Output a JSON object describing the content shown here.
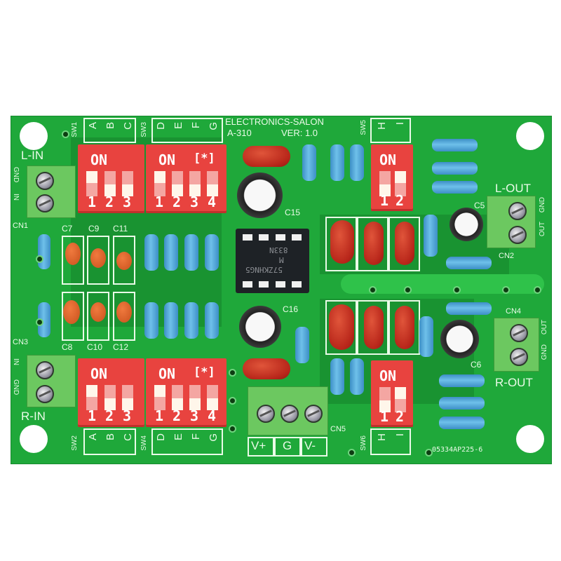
{
  "image": {
    "subject": "Stereo audio crossover/filter PCB module",
    "background_color": "#ffffff",
    "board_color": "#1fa83a"
  },
  "board": {
    "brand": "ELECTRONICS-SALON",
    "model": "A-310",
    "version": "VER: 1.0",
    "serial": "05334AP225-6",
    "ic_marking": {
      "line1": "833N",
      "line2": "M",
      "line3": "57ZKHNG5"
    }
  },
  "connectors": {
    "cn1": {
      "ref": "CN1",
      "label": "L-IN",
      "pins": [
        "GND",
        "IN"
      ]
    },
    "cn2": {
      "ref": "CN2",
      "label": "L-OUT",
      "pins": [
        "GND",
        "OUT"
      ]
    },
    "cn3": {
      "ref": "CN3",
      "label": "R-IN",
      "pins": [
        "IN",
        "GND"
      ]
    },
    "cn4": {
      "ref": "CN4",
      "label": "R-OUT",
      "pins": [
        "OUT",
        "GND"
      ]
    },
    "cn5": {
      "ref": "CN5",
      "pins": [
        "V+",
        "G",
        "V-"
      ]
    }
  },
  "switches": {
    "sw1": {
      "ref": "SW1",
      "on_label": "ON",
      "positions": [
        "1",
        "2",
        "3"
      ],
      "letters": [
        "A",
        "B",
        "C"
      ]
    },
    "sw3": {
      "ref": "SW3",
      "on_label": "ON",
      "mark": "[*]",
      "positions": [
        "1",
        "2",
        "3",
        "4"
      ],
      "letters": [
        "D",
        "E",
        "F",
        "G"
      ]
    },
    "sw2": {
      "ref": "SW2",
      "on_label": "ON",
      "positions": [
        "1",
        "2",
        "3"
      ],
      "letters": [
        "A",
        "B",
        "C"
      ]
    },
    "sw4": {
      "ref": "SW4",
      "on_label": "ON",
      "mark": "[*]",
      "positions": [
        "1",
        "2",
        "3",
        "4"
      ],
      "letters": [
        "D",
        "E",
        "F",
        "G"
      ]
    },
    "sw5": {
      "ref": "SW5",
      "on_label": "ON",
      "positions": [
        "1",
        "2"
      ],
      "letters": [
        "H",
        "I"
      ]
    },
    "sw6": {
      "ref": "SW6",
      "on_label": "ON",
      "positions": [
        "1",
        "2"
      ],
      "letters": [
        "H",
        "I"
      ]
    }
  },
  "capacitors": {
    "top_row": [
      "C7",
      "C9",
      "C11"
    ],
    "bottom_row": [
      "C8",
      "C10",
      "C12"
    ],
    "c15": "C15",
    "c16": "C16",
    "c5": "C5",
    "c6": "C6"
  }
}
